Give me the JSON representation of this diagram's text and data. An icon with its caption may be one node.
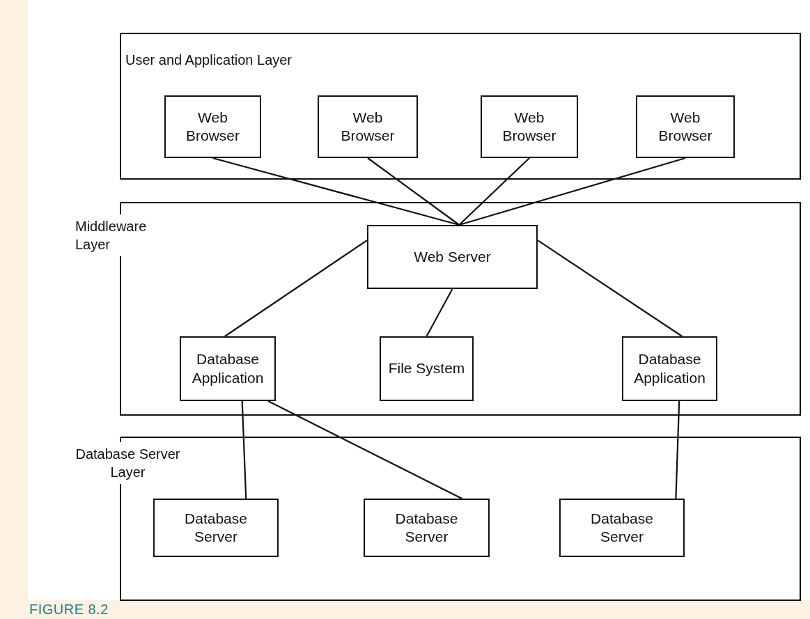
{
  "diagram": {
    "caption": "FIGURE 8.2",
    "nodes": [
      {
        "text": [
          "User and Application Layer"
        ]
      },
      {
        "text": [
          "Web Browser"
        ],
        "in": 0
      },
      {
        "text": [
          "Web Browser"
        ],
        "in": 0
      },
      {
        "text": [
          "Web Browser"
        ],
        "in": 0
      },
      {
        "text": [
          "Web Browser"
        ],
        "in": 0
      },
      {
        "text": [
          "Middleware Layer"
        ]
      },
      {
        "text": [
          "Web Server"
        ],
        "in": 5
      },
      {
        "text": [
          "Database Application"
        ],
        "in": 5
      },
      {
        "text": [
          "File System"
        ],
        "in": 5
      },
      {
        "text": [
          "Database Application"
        ],
        "in": 5
      },
      {
        "text": [
          "Database Server Layer"
        ]
      },
      {
        "text": [
          "Database Server"
        ],
        "in": 10
      },
      {
        "text": [
          "Database Server"
        ],
        "in": 10
      },
      {
        "text": [
          "Database Server"
        ],
        "in": 10
      }
    ],
    "edges": [
      {
        "from": 1,
        "to": 6,
        "arrow": "none"
      },
      {
        "from": 2,
        "to": 6,
        "arrow": "none"
      },
      {
        "from": 3,
        "to": 6,
        "arrow": "none"
      },
      {
        "from": 4,
        "to": 6,
        "arrow": "none"
      },
      {
        "from": 6,
        "to": 7,
        "arrow": "none"
      },
      {
        "from": 6,
        "to": 8,
        "arrow": "none"
      },
      {
        "from": 6,
        "to": 9,
        "arrow": "none"
      },
      {
        "from": 7,
        "to": 11,
        "arrow": "none"
      },
      {
        "from": 7,
        "to": 12,
        "arrow": "none"
      },
      {
        "from": 9,
        "to": 13,
        "arrow": "none"
      }
    ]
  }
}
